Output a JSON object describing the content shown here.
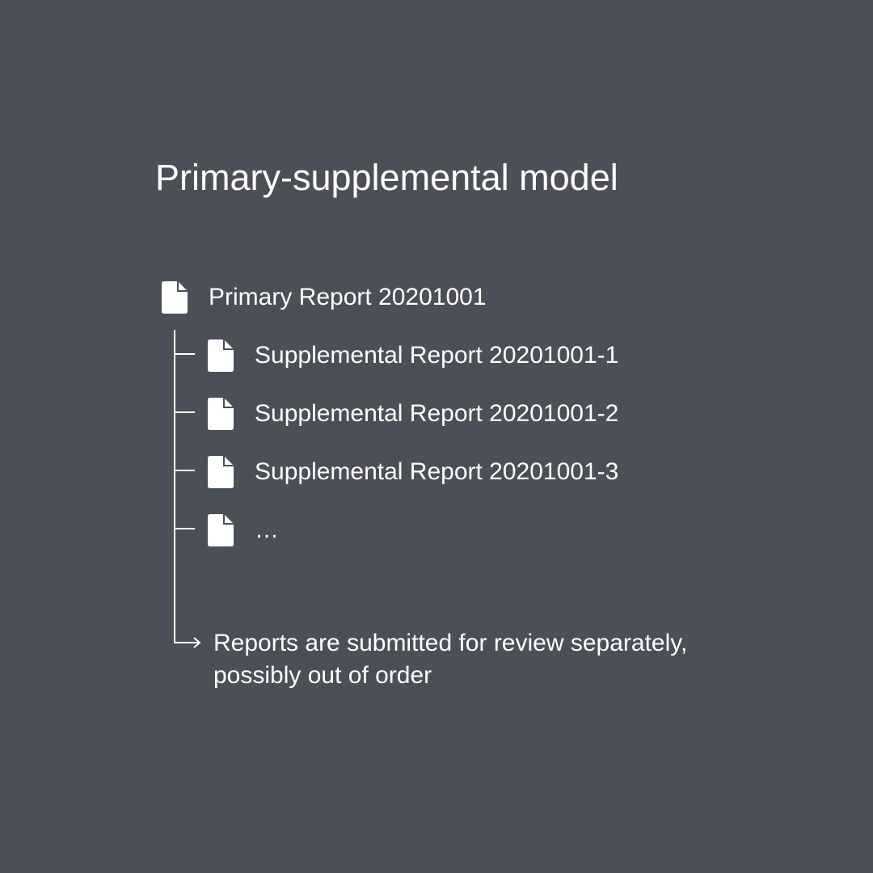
{
  "title": "Primary-supplemental model",
  "primary": {
    "label": "Primary Report 20201001",
    "icon": "document-icon"
  },
  "supplementals": [
    {
      "label": "Supplemental Report 20201001-1",
      "icon": "document-icon"
    },
    {
      "label": "Supplemental Report 20201001-2",
      "icon": "document-icon"
    },
    {
      "label": "Supplemental Report 20201001-3",
      "icon": "document-icon"
    },
    {
      "label": "…",
      "icon": "document-icon"
    }
  ],
  "note": {
    "line1": "Reports are submitted for review separately,",
    "line2": "possibly out of order",
    "icon": "arrow-right-icon"
  },
  "colors": {
    "background": "#4b4f58",
    "foreground": "#ffffff"
  }
}
